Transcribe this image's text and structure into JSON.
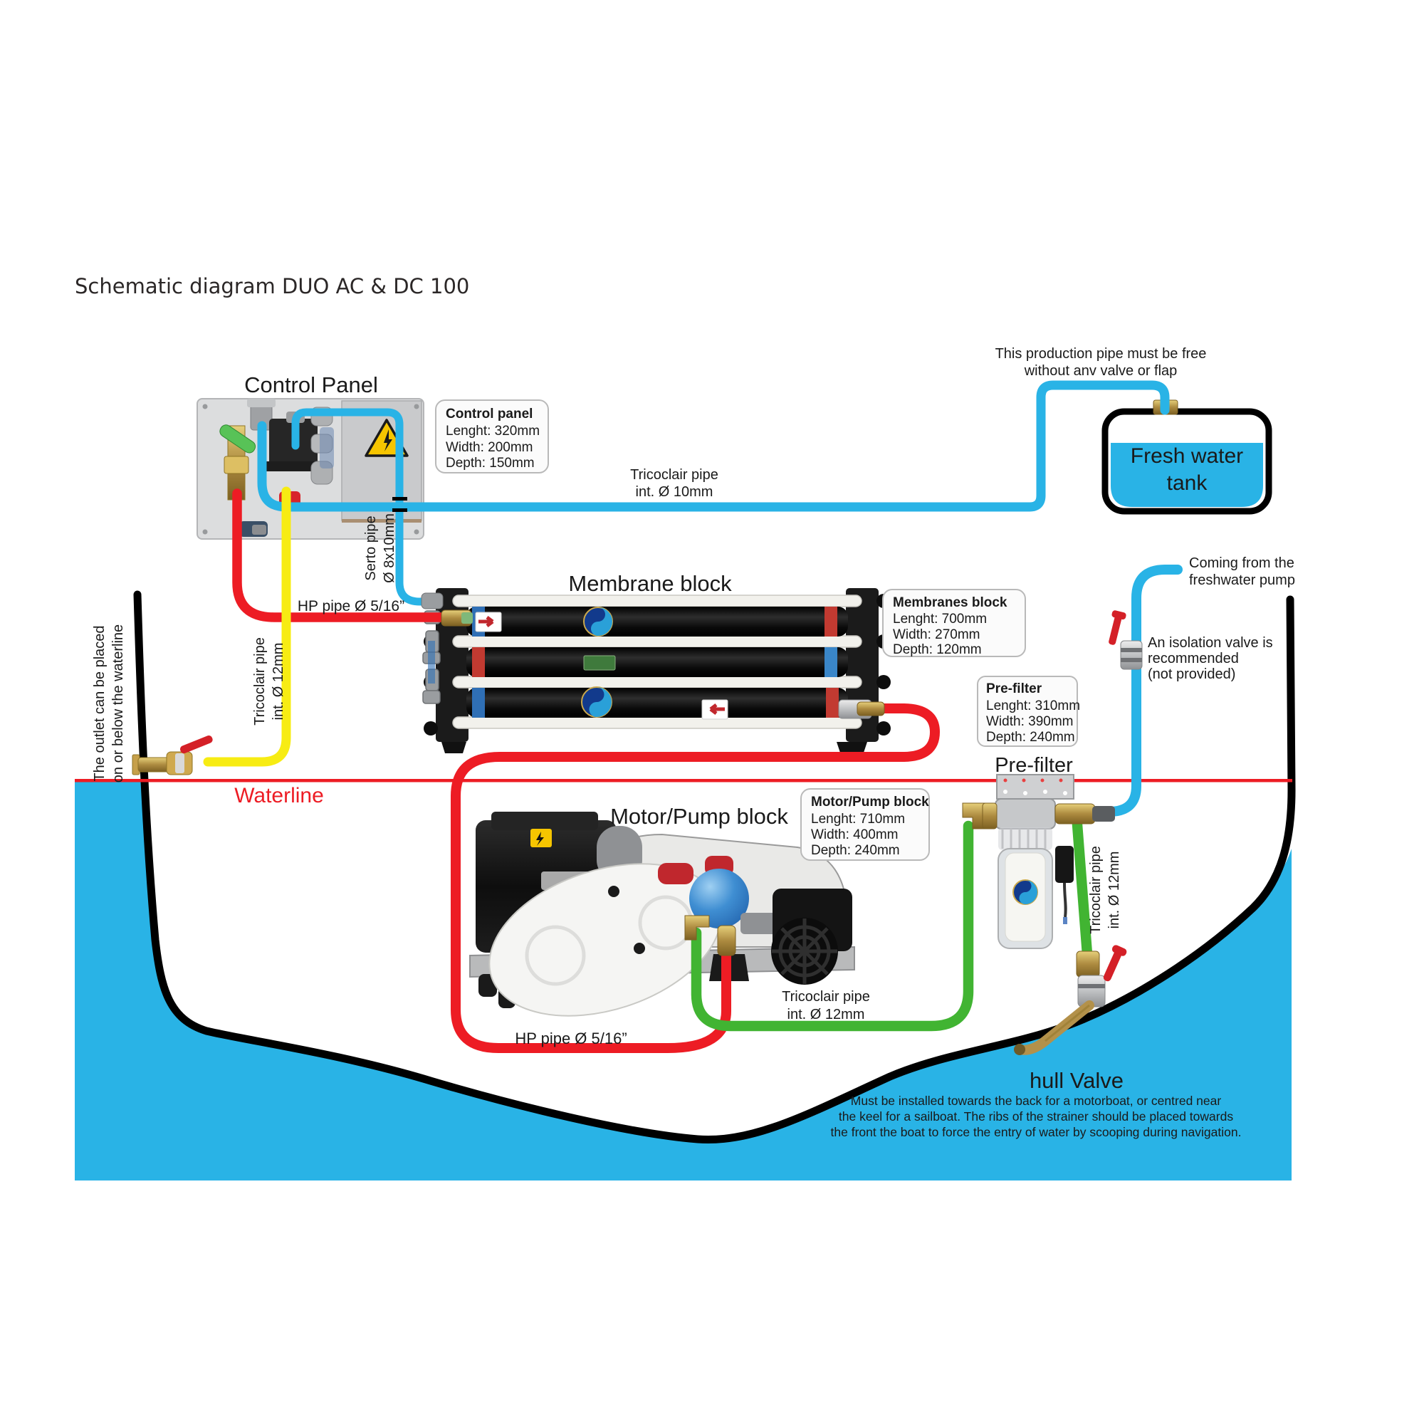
{
  "title": "Schematic diagram DUO AC & DC 100",
  "control_panel": {
    "label": "Control Panel",
    "box": {
      "title": "Control panel",
      "length": "Lenght: 320mm",
      "width": "Width: 200mm",
      "depth": "Depth: 150mm"
    }
  },
  "membrane": {
    "label": "Membrane block",
    "box": {
      "title": "Membranes block",
      "length": "Lenght: 700mm",
      "width": "Width: 270mm",
      "depth": "Depth: 120mm"
    }
  },
  "motor_pump": {
    "label": "Motor/Pump block",
    "box": {
      "title": "Motor/Pump block",
      "length": "Lenght: 710mm",
      "width": "Width: 400mm",
      "depth": "Depth: 240mm"
    }
  },
  "pre_filter": {
    "label": "Pre-filter",
    "box": {
      "title": "Pre-filter",
      "length": "Lenght: 310mm",
      "width": "Width: 390mm",
      "depth": "Depth: 240mm"
    }
  },
  "tank": {
    "line1": "Fresh water",
    "line2": "tank"
  },
  "notes": {
    "production_pipe": {
      "line1": "This production pipe must be free",
      "line2": "without anv valve or flap"
    },
    "tricoclair10": {
      "line1": "Tricoclair pipe",
      "line2": "int. Ø 10mm"
    },
    "serto": {
      "line1": "Serto pipe",
      "line2": "Ø 8x10mm"
    },
    "hp_pipe_top": "HP pipe Ø 5/16”",
    "hp_pipe_bottom": "HP pipe Ø 5/16”",
    "tricoclair12_left": {
      "line1": "Tricoclair pipe",
      "line2": "int. Ø 12mm"
    },
    "tricoclair12_motor": {
      "line1": "Tricoclair pipe",
      "line2": "int. Ø 12mm"
    },
    "tricoclair12_prefilter": {
      "line1": "Tricoclair pipe",
      "line2": "int. Ø 12mm"
    },
    "outlet": {
      "line1": "The outlet can be placed",
      "line2": "on or below the waterline"
    },
    "coming": {
      "line1": "Coming from the",
      "line2": "freshwater pump"
    },
    "isolation": {
      "line1": "An isolation valve is",
      "line2": "recommended",
      "line3": "(not provided)"
    },
    "waterline": "Waterline",
    "hull_valve": {
      "label": "hull Valve",
      "line1": "Must be installed towards the back for a motorboat, or centred near",
      "line2": "the keel for a sailboat. The ribs of the strainer should be placed towards",
      "line3": "the front the boat to force the entry of water by scooping during navigation."
    }
  },
  "colors": {
    "pipe_blue": "#29b3e6",
    "pipe_red": "#ed1c24",
    "pipe_yellow": "#f7ec13",
    "pipe_green": "#41b432",
    "water": "#29b3e6",
    "waterline": "#ed1c24",
    "hull": "#000000"
  }
}
